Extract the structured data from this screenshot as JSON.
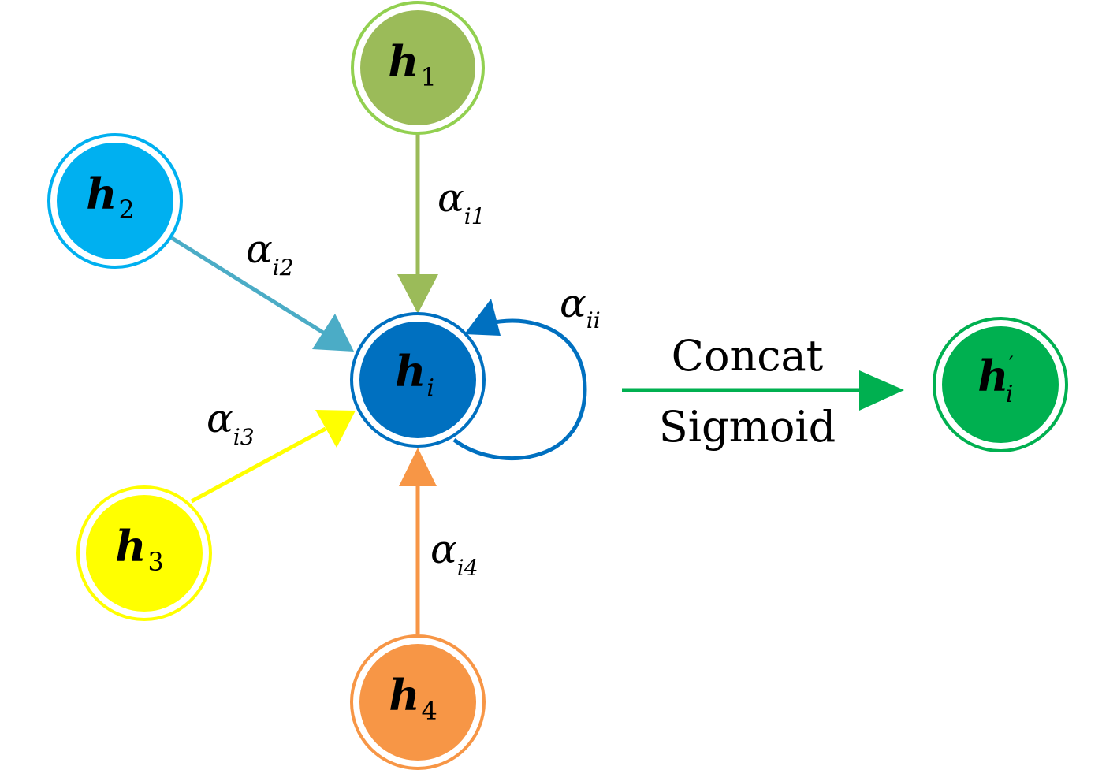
{
  "nodes": {
    "h1": {
      "base": "h",
      "sub": "1",
      "fill": "#9bbb59",
      "ring": "#92d050"
    },
    "h2": {
      "base": "h",
      "sub": "2",
      "fill": "#00b0f0",
      "ring": "#00b0f0"
    },
    "h3": {
      "base": "h",
      "sub": "3",
      "fill": "#ffff00",
      "ring": "#ffff00"
    },
    "h4": {
      "base": "h",
      "sub": "4",
      "fill": "#f79646",
      "ring": "#f79646"
    },
    "hi": {
      "base": "h",
      "sub": "i",
      "fill": "#0070c0",
      "ring": "#0070c0"
    },
    "hout": {
      "base": "h",
      "sub": "i",
      "sup": "′",
      "fill": "#00b050",
      "ring": "#00b050"
    }
  },
  "edges": {
    "e1": {
      "alpha": "α",
      "sub": "i1",
      "color": "#9bbb59"
    },
    "e2": {
      "alpha": "α",
      "sub": "i2",
      "color": "#4bacc6"
    },
    "e3": {
      "alpha": "α",
      "sub": "i3",
      "color": "#ffff00"
    },
    "e4": {
      "alpha": "α",
      "sub": "i4",
      "color": "#f79646"
    },
    "self": {
      "alpha": "α",
      "sub": "ii",
      "color": "#0070c0"
    },
    "out": {
      "color": "#00b050"
    }
  },
  "operation": {
    "top_label": "Concat",
    "bottom_label": "Sigmoid"
  }
}
